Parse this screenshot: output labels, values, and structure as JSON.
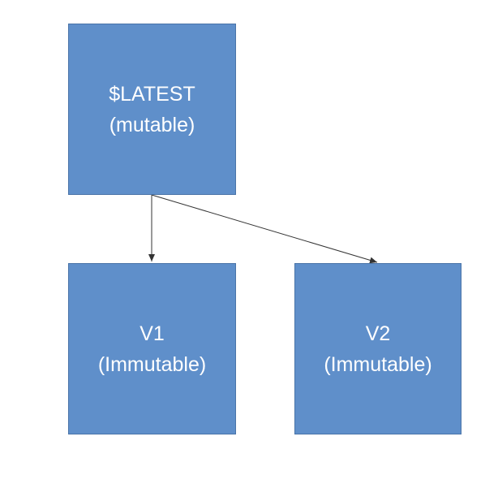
{
  "nodes": {
    "latest": {
      "line1": "$LATEST",
      "line2": "(mutable)"
    },
    "v1": {
      "line1": "V1",
      "line2": "(Immutable)"
    },
    "v2": {
      "line1": "V2",
      "line2": "(Immutable)"
    }
  },
  "edges": [
    {
      "from": "latest",
      "to": "v1"
    },
    {
      "from": "latest",
      "to": "v2"
    }
  ],
  "colors": {
    "node_fill": "#5f8fca",
    "node_border": "#4a74a8",
    "node_text": "#ffffff",
    "edge": "#333333"
  }
}
